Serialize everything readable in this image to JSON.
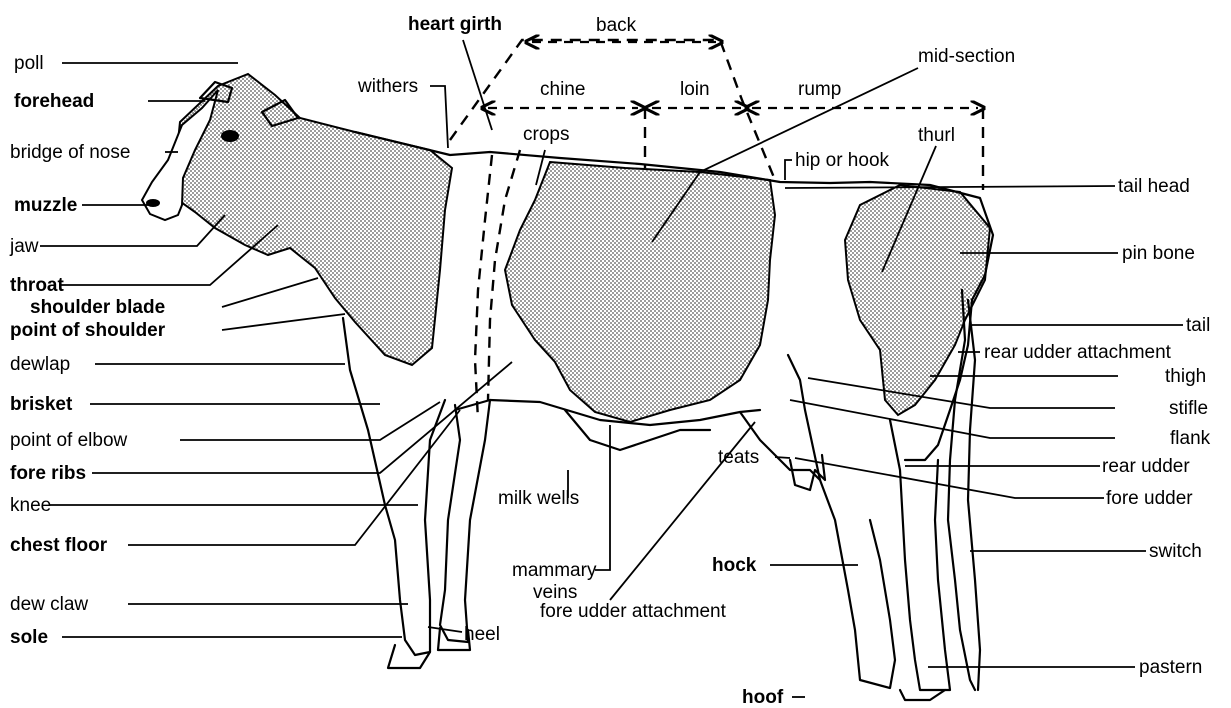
{
  "labels": {
    "poll": "poll",
    "forehead": "forehead",
    "bridge_of_nose": "bridge of nose",
    "muzzle": "muzzle",
    "jaw": "jaw",
    "throat": "throat",
    "shoulder_blade": "shoulder blade",
    "point_of_shoulder": "point of shoulder",
    "dewlap": "dewlap",
    "brisket": "brisket",
    "point_of_elbow": "point of elbow",
    "fore_ribs": "fore ribs",
    "knee": "knee",
    "chest_floor": "chest floor",
    "dew_claw": "dew claw",
    "sole": "sole",
    "heel": "heel",
    "heart_girth": "heart girth",
    "withers": "withers",
    "back": "back",
    "chine": "chine",
    "loin": "loin",
    "rump": "rump",
    "crops": "crops",
    "mid_section": "mid-section",
    "thurl": "thurl",
    "hip_or_hook": "hip or hook",
    "tail_head": "tail head",
    "pin_bone": "pin bone",
    "tail": "tail",
    "rear_udder_attachment": "rear udder attachment",
    "thigh": "thigh",
    "stifle": "stifle",
    "flank": "flank",
    "rear_udder": "rear udder",
    "fore_udder": "fore udder",
    "switch": "switch",
    "pastern": "pastern",
    "hoof": "hoof",
    "hock": "hock",
    "teats": "teats",
    "milk_wells": "milk wells",
    "mammary_veins_line1": "mammary",
    "mammary_veins_line2": "veins",
    "fore_udder_attachment": "fore udder attachment"
  }
}
